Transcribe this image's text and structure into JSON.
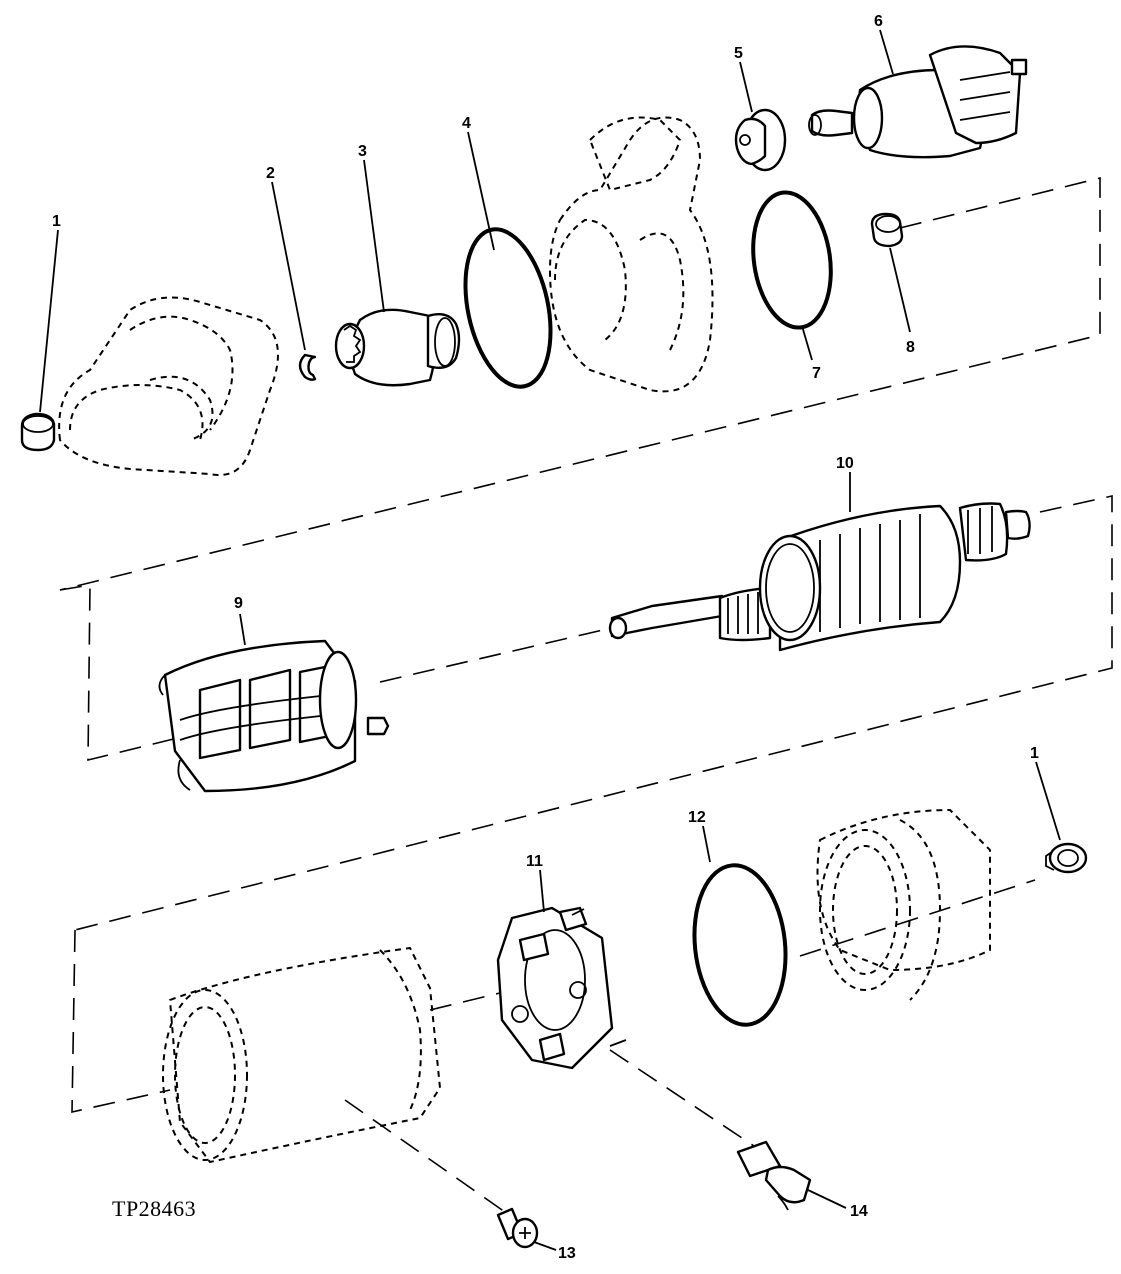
{
  "figure_code": "TP28463",
  "callouts": [
    "1",
    "2",
    "3",
    "4",
    "5",
    "6",
    "7",
    "8",
    "9",
    "10",
    "1",
    "11",
    "12",
    "13",
    "14"
  ]
}
